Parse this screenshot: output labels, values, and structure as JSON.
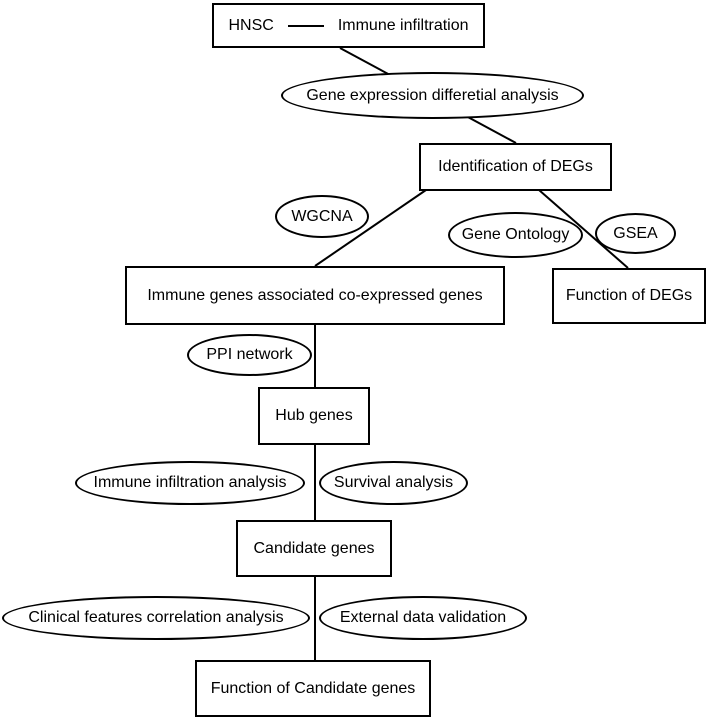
{
  "title_box": {
    "left": "HNSC",
    "right": "Immune infiltration"
  },
  "nodes": {
    "deg": "Identification of DEGs",
    "coexpressed": "Immune genes associated co-expressed genes",
    "function_degs": "Function of DEGs",
    "hub": "Hub genes",
    "candidate": "Candidate genes",
    "function_candidate": "Function of Candidate genes"
  },
  "methods": {
    "gene_expression": "Gene expression differetial analysis",
    "wgcna": "WGCNA",
    "gene_ontology": "Gene Ontology",
    "gsea": "GSEA",
    "ppi": "PPI network",
    "immune_infiltration": "Immune infiltration analysis",
    "survival": "Survival analysis",
    "clinical": "Clinical features correlation analysis",
    "external": "External data validation"
  }
}
